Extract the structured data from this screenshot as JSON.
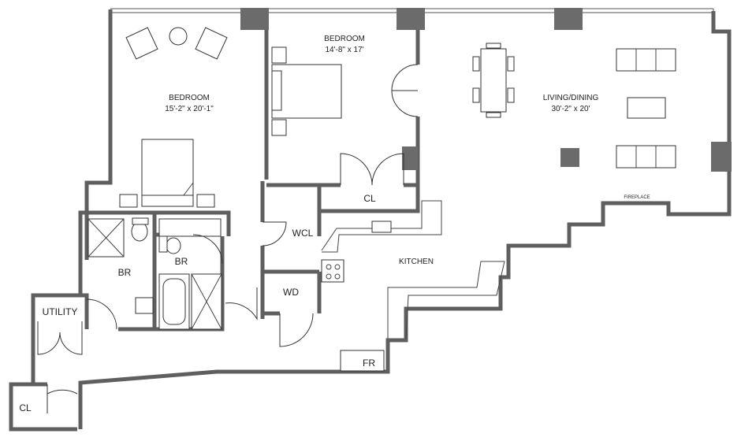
{
  "rooms": {
    "bedroom_main": {
      "name": "BEDROOM",
      "dims": "15'-2\" x 20'-1\""
    },
    "bedroom_second": {
      "name": "BEDROOM",
      "dims": "14'-8\" x 17'"
    },
    "living_dining": {
      "name": "LIVING/DINING",
      "dims": "30'-2\" x 20'"
    },
    "closet": "CL",
    "wcl": "WCL",
    "bath_left": "BR",
    "bath_right": "BR",
    "kitchen": "KITCHEN",
    "wd": "WD",
    "utility": "UTILITY",
    "closet_small": "CL",
    "fr": "FR",
    "fireplace": "FIREPLACE"
  }
}
